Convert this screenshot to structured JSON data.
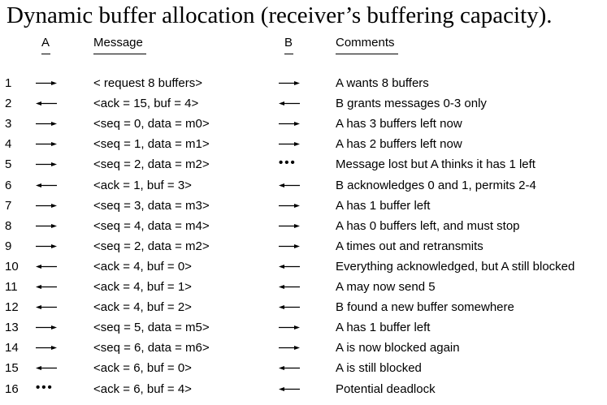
{
  "title": "Dynamic buffer allocation (receiver’s buffering capacity).",
  "headers": {
    "a": "A",
    "message": "Message",
    "b": "B",
    "comments": "Comments"
  },
  "rows": [
    {
      "n": "1",
      "a": "right",
      "message": "< request 8 buffers>",
      "b": "right",
      "comment": "A wants 8 buffers"
    },
    {
      "n": "2",
      "a": "left",
      "message": "<ack = 15, buf = 4>",
      "b": "left",
      "comment": "B grants messages 0-3 only"
    },
    {
      "n": "3",
      "a": "right",
      "message": "<seq = 0, data = m0>",
      "b": "right",
      "comment": "A has 3 buffers left now"
    },
    {
      "n": "4",
      "a": "right",
      "message": "<seq = 1, data = m1>",
      "b": "right",
      "comment": "A has 2 buffers left now"
    },
    {
      "n": "5",
      "a": "right",
      "message": "<seq = 2, data = m2>",
      "b": "dots",
      "comment": "Message lost but A thinks it has 1 left"
    },
    {
      "n": "6",
      "a": "left",
      "message": "<ack = 1, buf = 3>",
      "b": "left",
      "comment": "B acknowledges 0 and 1, permits 2-4"
    },
    {
      "n": "7",
      "a": "right",
      "message": "<seq = 3, data = m3>",
      "b": "right",
      "comment": "A has 1 buffer left"
    },
    {
      "n": "8",
      "a": "right",
      "message": "<seq = 4, data = m4>",
      "b": "right",
      "comment": "A has 0 buffers left, and must stop"
    },
    {
      "n": "9",
      "a": "right",
      "message": "<seq = 2, data = m2>",
      "b": "right",
      "comment": "A times out and retransmits"
    },
    {
      "n": "10",
      "a": "left",
      "message": "<ack = 4, buf = 0>",
      "b": "left",
      "comment": "Everything acknowledged, but A still blocked"
    },
    {
      "n": "11",
      "a": "left",
      "message": "<ack = 4, buf = 1>",
      "b": "left",
      "comment": "A may now send 5"
    },
    {
      "n": "12",
      "a": "left",
      "message": "<ack = 4, buf = 2>",
      "b": "left",
      "comment": "B found a new buffer somewhere"
    },
    {
      "n": "13",
      "a": "right",
      "message": "<seq = 5, data = m5>",
      "b": "right",
      "comment": "A has 1 buffer left"
    },
    {
      "n": "14",
      "a": "right",
      "message": "<seq = 6, data = m6>",
      "b": "right",
      "comment": "A is now blocked again"
    },
    {
      "n": "15",
      "a": "left",
      "message": "<ack = 6, buf = 0>",
      "b": "left",
      "comment": "A is still blocked"
    },
    {
      "n": "16",
      "a": "dots",
      "message": "<ack = 6, buf = 4>",
      "b": "left",
      "comment": "Potential deadlock"
    }
  ]
}
